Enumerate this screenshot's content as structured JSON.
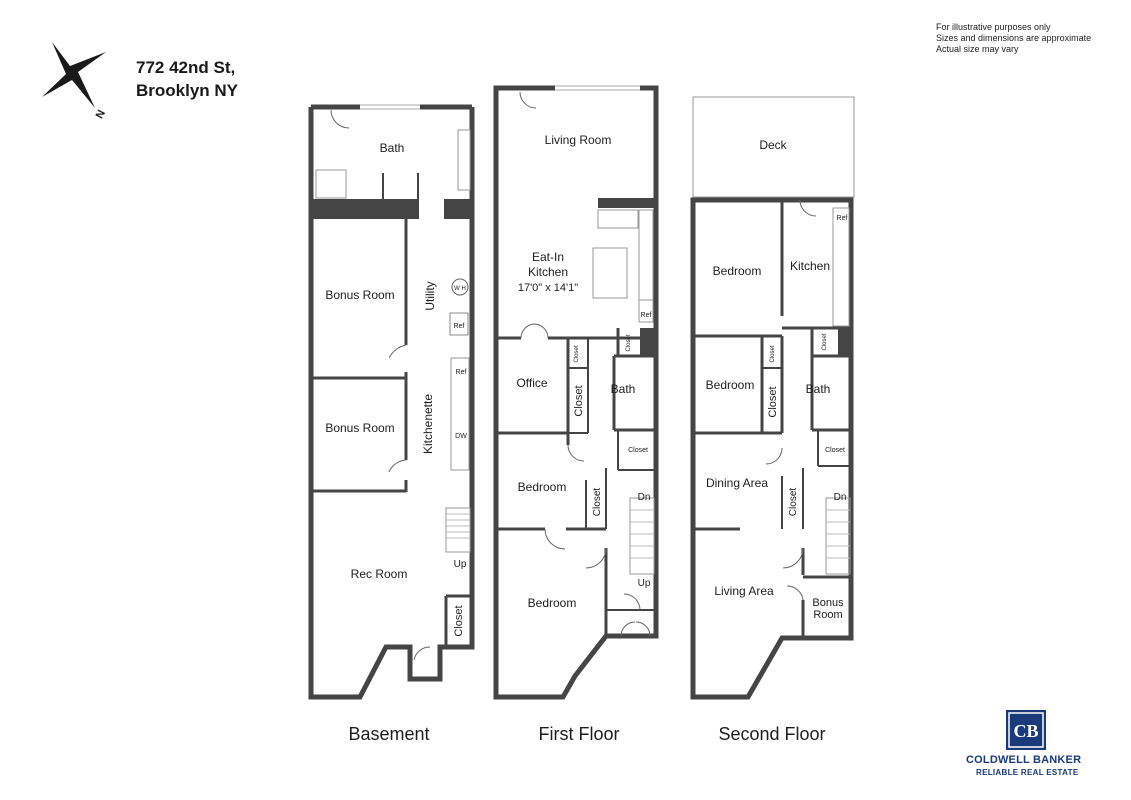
{
  "address": {
    "line1": "772 42nd St,",
    "line2": "Brooklyn NY"
  },
  "compass": {
    "label": "N"
  },
  "disclaimer": {
    "line1": "For illustrative purposes only",
    "line2": "Sizes and dimensions are approximate",
    "line3": "Actual size may vary"
  },
  "floors": {
    "basement": {
      "title": "Basement",
      "rooms": {
        "bath": "Bath",
        "bonus_room_1": "Bonus Room",
        "bonus_room_2": "Bonus Room",
        "utility": "Utility",
        "kitchenette": "Kitchenette",
        "rec_room": "Rec Room",
        "closet": "Closet",
        "up": "Up"
      },
      "fixtures": {
        "water_heater": "W H",
        "ref_1": "Ref",
        "ref_2": "Ref",
        "dw": "DW"
      }
    },
    "first": {
      "title": "First Floor",
      "rooms": {
        "living_room": "Living Room",
        "kitchen_l1": "Eat-In",
        "kitchen_l2": "Kitchen",
        "kitchen_dims": "17'0\" x 14'1\"",
        "office": "Office",
        "closet_small_1": "Closet",
        "closet_small_2": "Closet",
        "closet_office": "Closet",
        "bath": "Bath",
        "closet_hall": "Closet",
        "bedroom_1": "Bedroom",
        "closet_bed": "Closet",
        "dn": "Dn",
        "bedroom_2": "Bedroom",
        "up": "Up"
      },
      "fixtures": {
        "ref": "Ref"
      }
    },
    "second": {
      "title": "Second Floor",
      "rooms": {
        "deck": "Deck",
        "bedroom_1": "Bedroom",
        "kitchen": "Kitchen",
        "bedroom_2": "Bedroom",
        "closet_small": "Closet",
        "closet_a": "Closet",
        "closet_kitchen": "Closet",
        "bath": "Bath",
        "closet_hall": "Closet",
        "dining_area": "Dining Area",
        "closet_dining": "Closet",
        "dn": "Dn",
        "living_area": "Living Area",
        "bonus_l1": "Bonus",
        "bonus_l2": "Room"
      },
      "fixtures": {
        "ref": "Ref"
      }
    }
  },
  "brand": {
    "name": "COLDWELL BANKER",
    "sub": "RELIABLE REAL ESTATE",
    "monogram": "CB",
    "color": "#1a3a7a"
  },
  "colors": {
    "wall": "#454545",
    "door": "#666666",
    "window": "#aaaaaa"
  }
}
